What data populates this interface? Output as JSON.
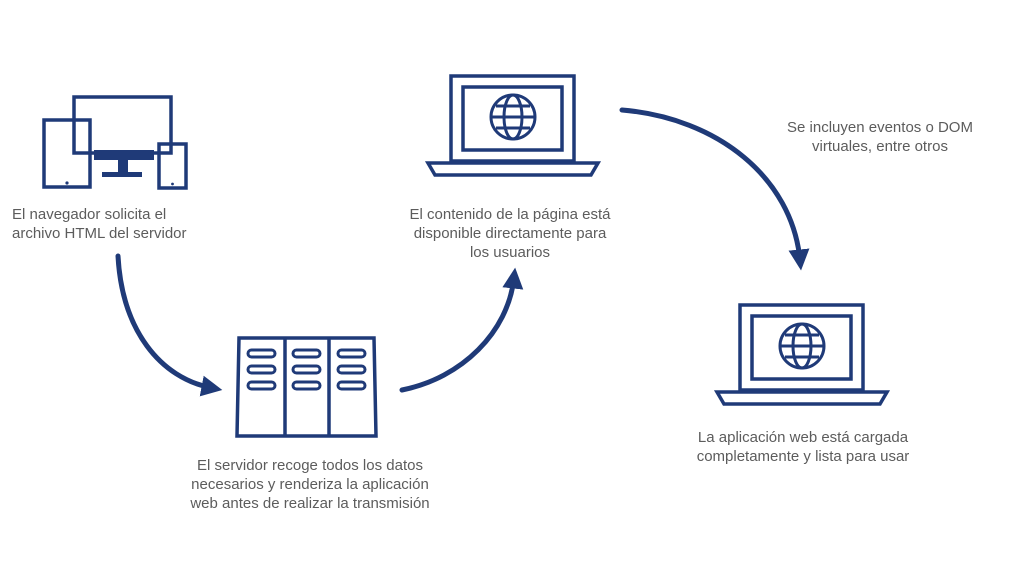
{
  "diagram": {
    "steps": {
      "request": {
        "text": "El navegador solicita el\narchivo HTML del servidor"
      },
      "server": {
        "text": "El servidor recoge todos los datos\nnecesarios y renderiza la aplicación\nweb antes de realizar la transmisión"
      },
      "content": {
        "text": "El contenido de la página está\ndisponible directamente para\nlos usuarios"
      },
      "loaded": {
        "text": "La aplicación web está cargada\ncompletamente y lista para usar"
      }
    },
    "note": {
      "text": "Se incluyen eventos o DOM\nvirtuales, entre otros"
    },
    "icons": [
      "devices-icon",
      "server-icon",
      "laptop-globe-icon",
      "laptop-globe-icon"
    ],
    "colors": {
      "icon": "#1f3a78",
      "arrow": "#1f3a78",
      "text": "#5c5c5c"
    }
  }
}
